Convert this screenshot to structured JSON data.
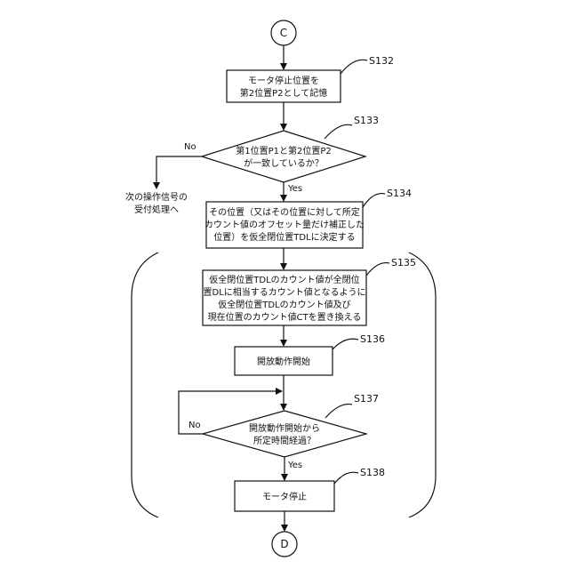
{
  "connectors": {
    "start": "C",
    "end": "D"
  },
  "steps": {
    "s132": {
      "label": "S132",
      "lines": [
        "モータ停止位置を",
        "第2位置P2として記憶"
      ]
    },
    "s133": {
      "label": "S133",
      "lines": [
        "第1位置P1と第2位置P2",
        "が一致しているか？"
      ],
      "yes": "Yes",
      "no": "No"
    },
    "s133_no_target": {
      "lines": [
        "次の操作信号の",
        "受付処理へ"
      ]
    },
    "s134": {
      "label": "S134",
      "lines": [
        "その位置（又はその位置に対して所定",
        "カウント値のオフセット量だけ補正した",
        "位置）を仮全閉位置TDLに決定する"
      ]
    },
    "s135": {
      "label": "S135",
      "lines": [
        "仮全閉位置TDLのカウント値が全閉位",
        "置DLに相当するカウント値となるように",
        "仮全閉位置TDLのカウント値及び",
        "現在位置のカウント値CTを置き換える"
      ]
    },
    "s136": {
      "label": "S136",
      "lines": [
        "開放動作開始"
      ]
    },
    "s137": {
      "label": "S137",
      "lines": [
        "開放動作開始から",
        "所定時間経過？"
      ],
      "yes": "Yes",
      "no": "No"
    },
    "s138": {
      "label": "S138",
      "lines": [
        "モータ停止"
      ]
    }
  }
}
